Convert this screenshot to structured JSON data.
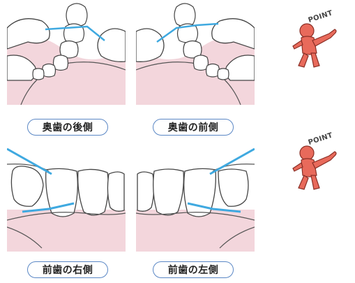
{
  "captions": {
    "top_left": "奥歯の後側",
    "top_right": "奥歯の前側",
    "bottom_left": "前歯の右側",
    "bottom_right": "前歯の左側"
  },
  "mascots": {
    "top": "POINT",
    "bottom": "POINT"
  },
  "colors": {
    "floss": "#3fa9e0",
    "gum": "#f3d6dc",
    "caption_border": "#5a87c5",
    "mascot": "#e86a5b"
  }
}
